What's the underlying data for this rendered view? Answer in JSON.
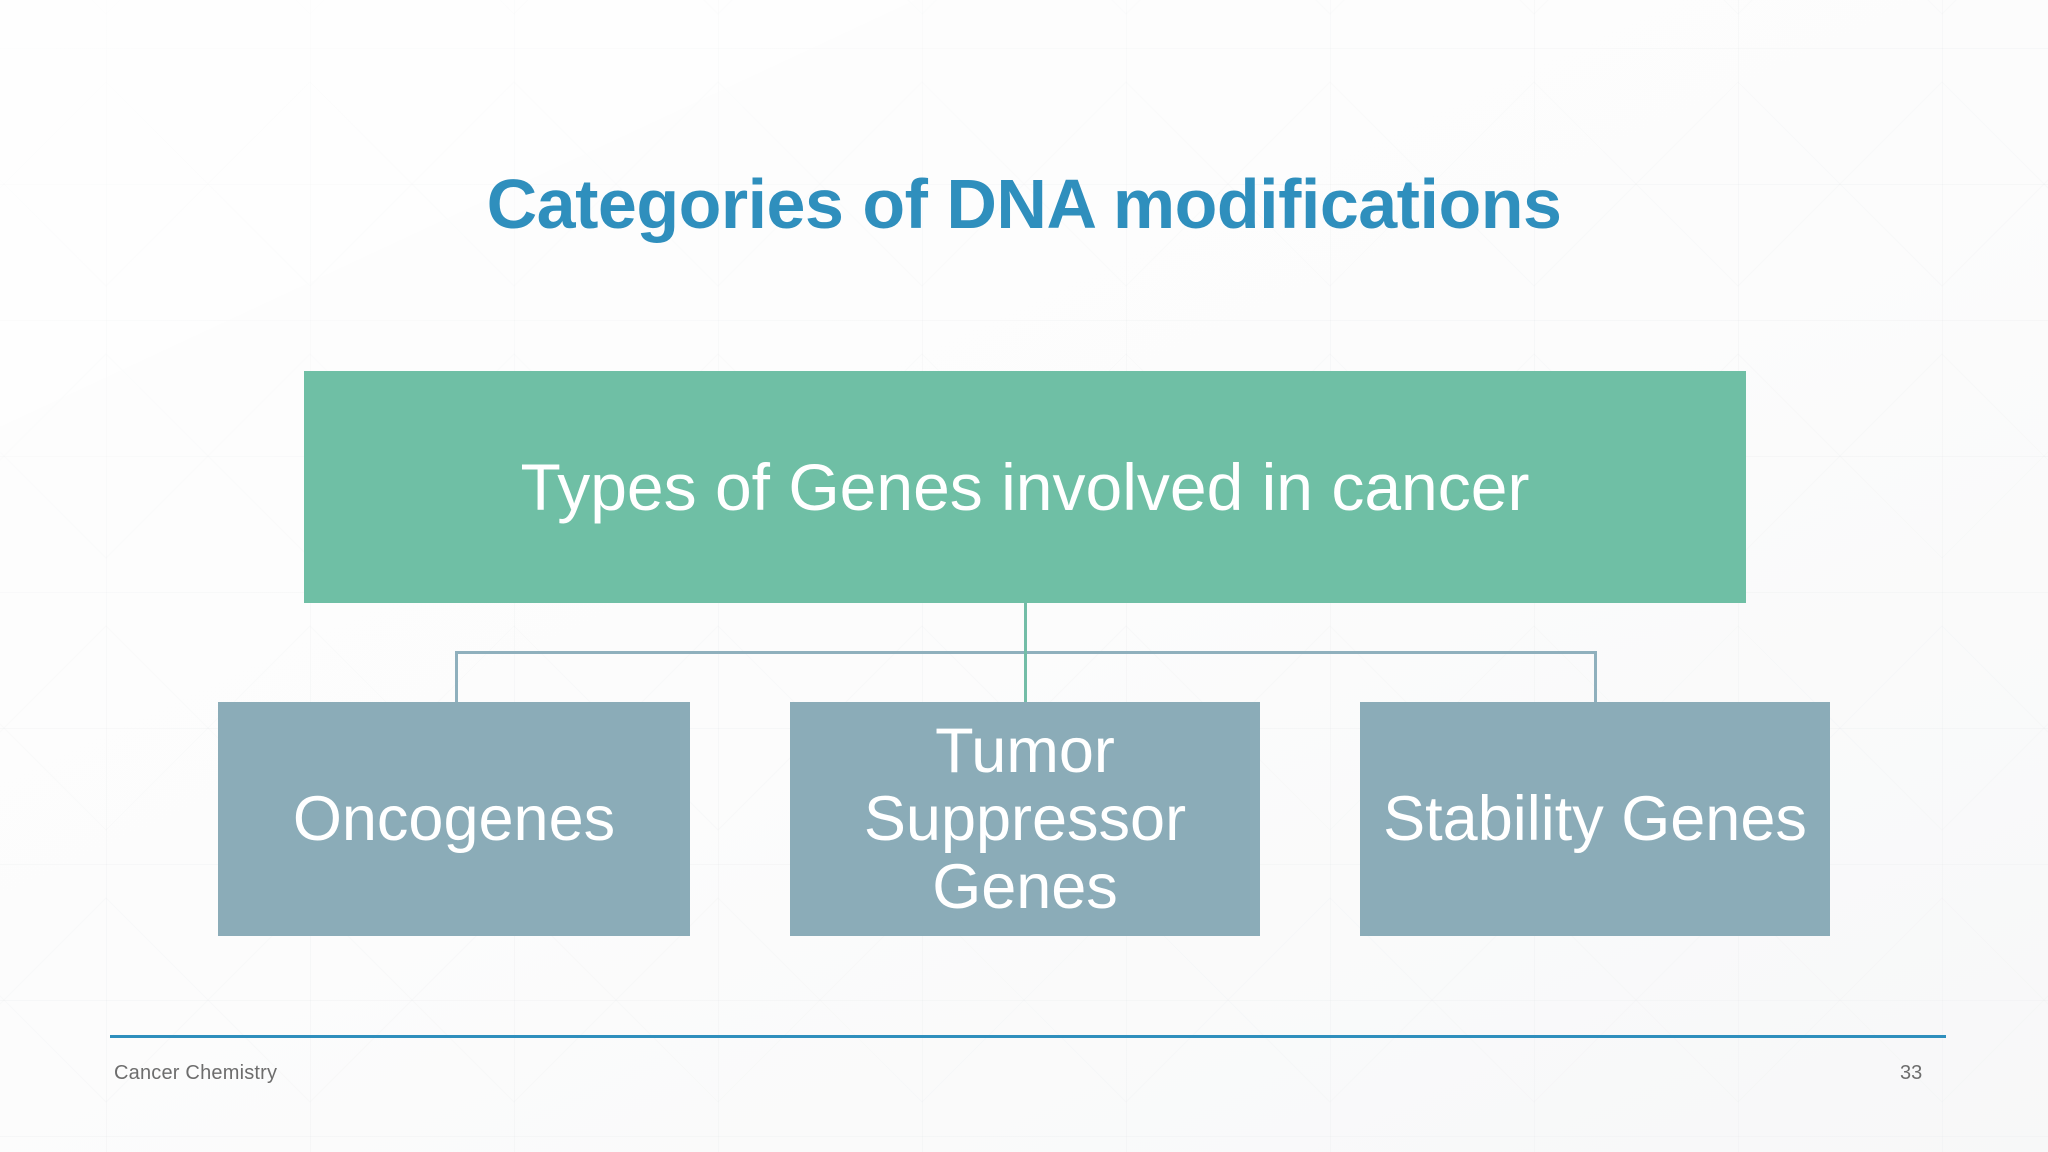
{
  "slide": {
    "title": "Categories of DNA modifications",
    "colors": {
      "title_blue": "#2f8fbd",
      "root_green": "#6fbfa5",
      "child_blue_gray": "#8bacb8",
      "connector_green": "#73bda7",
      "connector_blue": "#8fb0bd",
      "footer_rule_blue": "#2f8fbd",
      "footer_text_gray": "#6d6d6d",
      "background": "#fbfbfb"
    }
  },
  "diagram": {
    "type": "hierarchy",
    "root": {
      "label": "Types of Genes involved in cancer"
    },
    "children": [
      {
        "label": "Oncogenes"
      },
      {
        "label": "Tumor Suppressor Genes"
      },
      {
        "label": "Stability Genes"
      }
    ]
  },
  "footer": {
    "text": "Cancer Chemistry",
    "page_number": "33"
  }
}
